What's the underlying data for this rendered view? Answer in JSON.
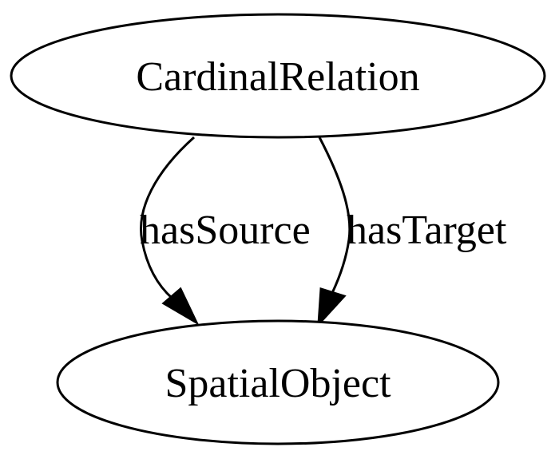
{
  "diagram": {
    "type": "directed-graph",
    "nodes": [
      {
        "id": "cardinal-relation",
        "label": "CardinalRelation",
        "shape": "ellipse"
      },
      {
        "id": "spatial-object",
        "label": "SpatialObject",
        "shape": "ellipse"
      }
    ],
    "edges": [
      {
        "from": "cardinal-relation",
        "to": "spatial-object",
        "label": "hasSource"
      },
      {
        "from": "cardinal-relation",
        "to": "spatial-object",
        "label": "hasTarget"
      }
    ],
    "colors": {
      "stroke": "#000000",
      "fill": "#ffffff",
      "text": "#000000"
    }
  }
}
